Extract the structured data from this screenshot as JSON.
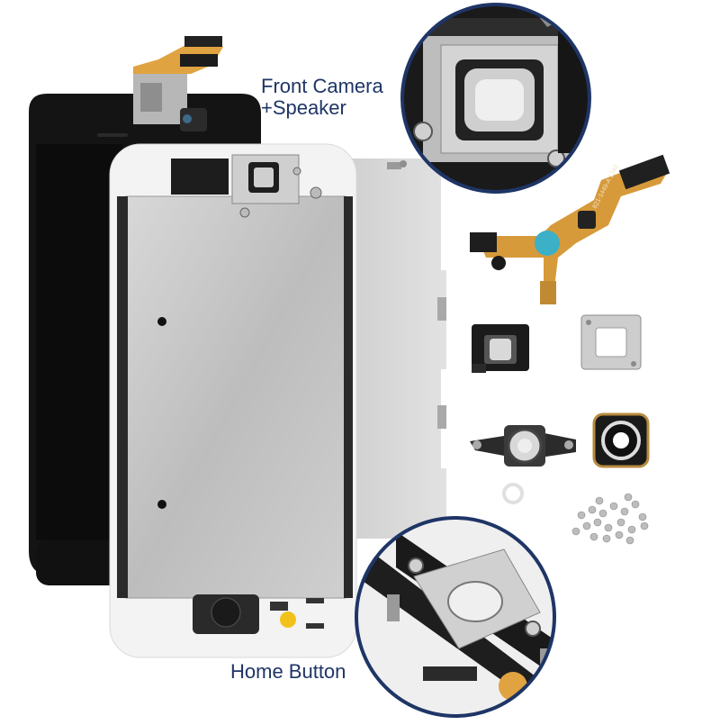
{
  "labels": {
    "front_camera_line1": "Front Camera",
    "front_camera_line2": "+Speaker",
    "home_button": "Home Button"
  },
  "flex_cable_print": "821-1449-A  1240",
  "colors": {
    "label_text": "#1f3566",
    "circle_border": "#1f3566",
    "screen_black": "#111111",
    "frame_white": "#f4f4f4",
    "shield_silver": "#c9c9c9",
    "flex_orange": "#d79a3a"
  }
}
